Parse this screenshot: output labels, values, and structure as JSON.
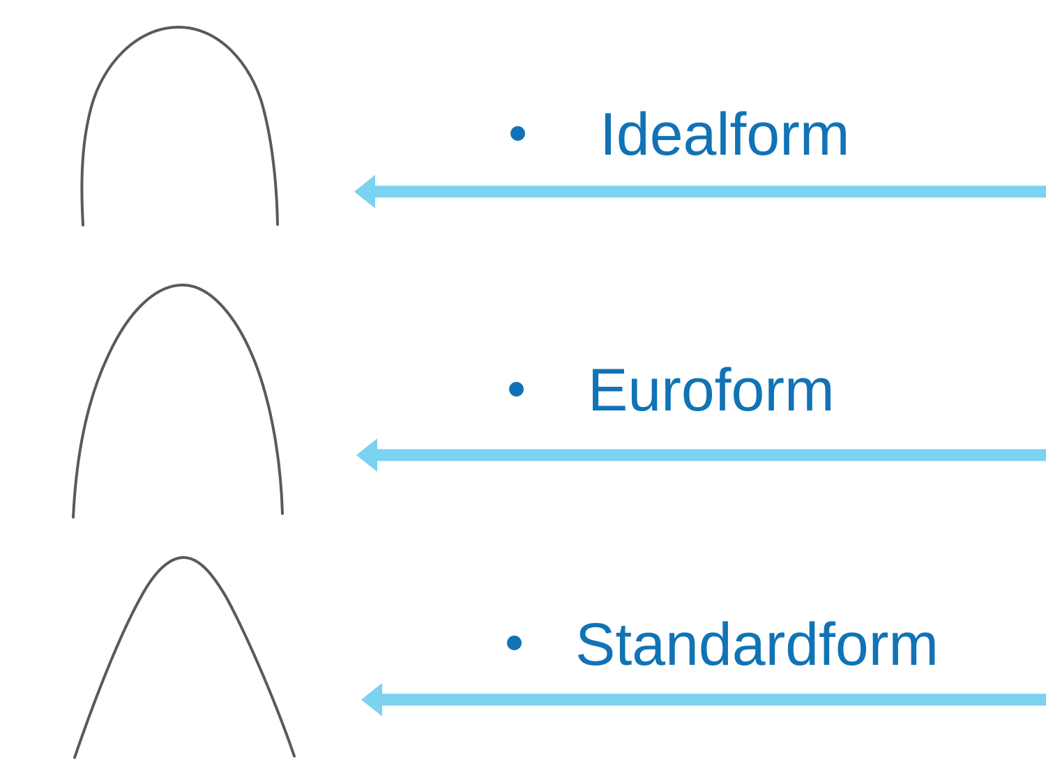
{
  "slide": {
    "description": "Archwire form comparison diagram with three wire shapes and left-pointing arrows",
    "colors": {
      "background": "#ffffff",
      "label_text": "#1173b5",
      "bullet": "#1173b5",
      "arrow": "#7bd2f1",
      "wire_stroke": "#595a5e"
    },
    "items": [
      {
        "label": "Idealform",
        "wire": "idealform-archwire"
      },
      {
        "label": "Euroform",
        "wire": "euroform-archwire"
      },
      {
        "label": "Standardform",
        "wire": "standardform-archwire"
      }
    ]
  }
}
